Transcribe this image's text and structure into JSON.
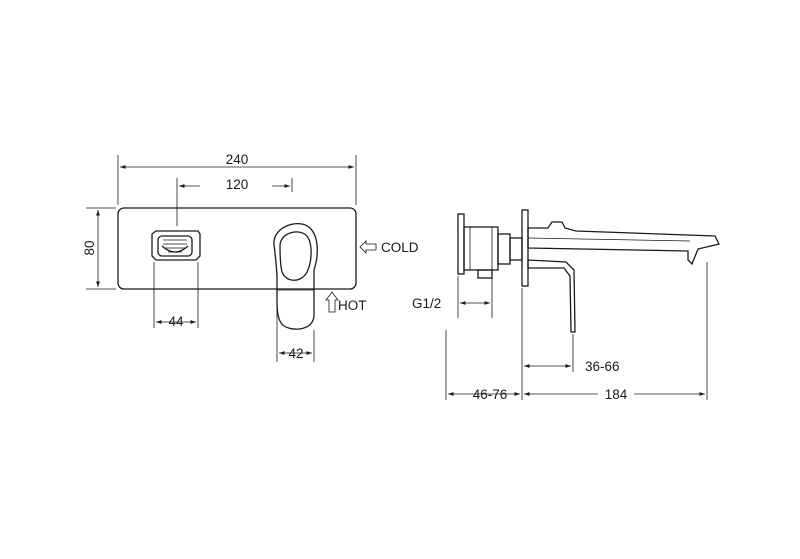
{
  "front_view": {
    "width_overall": "240",
    "width_inner": "120",
    "height": "80",
    "aerator_width": "44",
    "lever_width": "42",
    "cold_label": "COLD",
    "hot_label": "HOT"
  },
  "side_view": {
    "thread": "G1/2",
    "wall_range": "36-66",
    "body_range": "46-76",
    "spout_reach": "184"
  }
}
